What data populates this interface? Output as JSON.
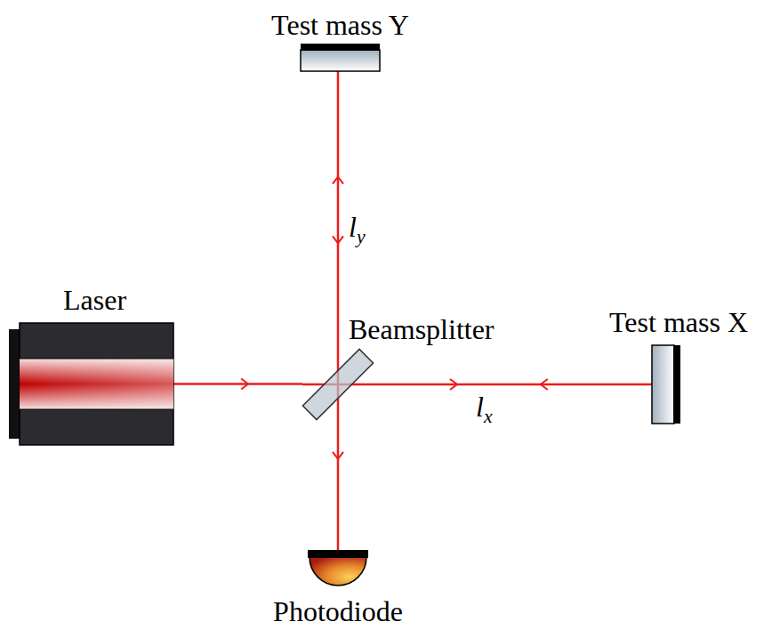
{
  "diagram": {
    "nodes": [
      {
        "text": [
          "Test mass Y"
        ]
      },
      {
        "text": [
          "Laser"
        ]
      },
      {
        "text": [
          "Beamsplitter"
        ]
      },
      {
        "text": [
          "Test mass X"
        ]
      },
      {
        "text": [
          "Photodiode"
        ]
      }
    ],
    "edges": [
      {
        "from": 1,
        "to": 2,
        "arrow": "to"
      },
      {
        "from": 2,
        "to": 0,
        "arrow": "both",
        "label": "ly"
      },
      {
        "from": 2,
        "to": 3,
        "arrow": "both",
        "label": "lx"
      },
      {
        "from": 2,
        "to": 4,
        "arrow": "to"
      }
    ]
  }
}
